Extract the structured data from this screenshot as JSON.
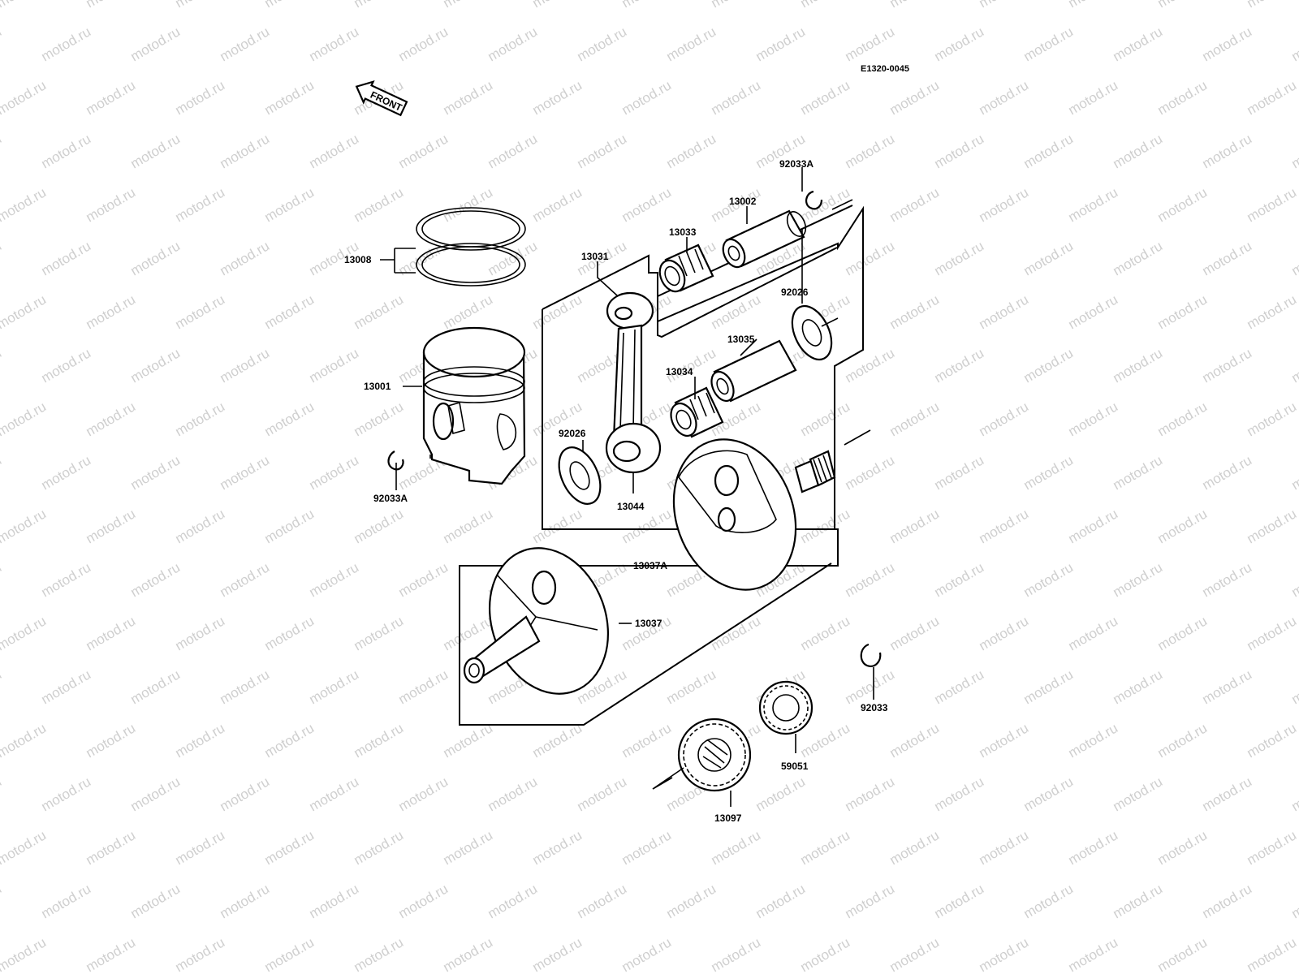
{
  "diagram": {
    "code": "E1320-0045",
    "front_label": "FRONT",
    "watermark": "motod.ru",
    "parts": [
      {
        "id": "p13008",
        "label": "13008"
      },
      {
        "id": "p13001",
        "label": "13001"
      },
      {
        "id": "p92033A_left",
        "label": "92033A"
      },
      {
        "id": "p13031",
        "label": "13031"
      },
      {
        "id": "p13033",
        "label": "13033"
      },
      {
        "id": "p13002",
        "label": "13002"
      },
      {
        "id": "p92033A_right",
        "label": "92033A"
      },
      {
        "id": "p92026_right",
        "label": "92026"
      },
      {
        "id": "p13035",
        "label": "13035"
      },
      {
        "id": "p13034",
        "label": "13034"
      },
      {
        "id": "p92026_left",
        "label": "92026"
      },
      {
        "id": "p13044",
        "label": "13044"
      },
      {
        "id": "p13037A",
        "label": "13037A"
      },
      {
        "id": "p13037",
        "label": "13037"
      },
      {
        "id": "p92033",
        "label": "92033"
      },
      {
        "id": "p59051",
        "label": "59051"
      },
      {
        "id": "p13097",
        "label": "13097"
      }
    ]
  }
}
